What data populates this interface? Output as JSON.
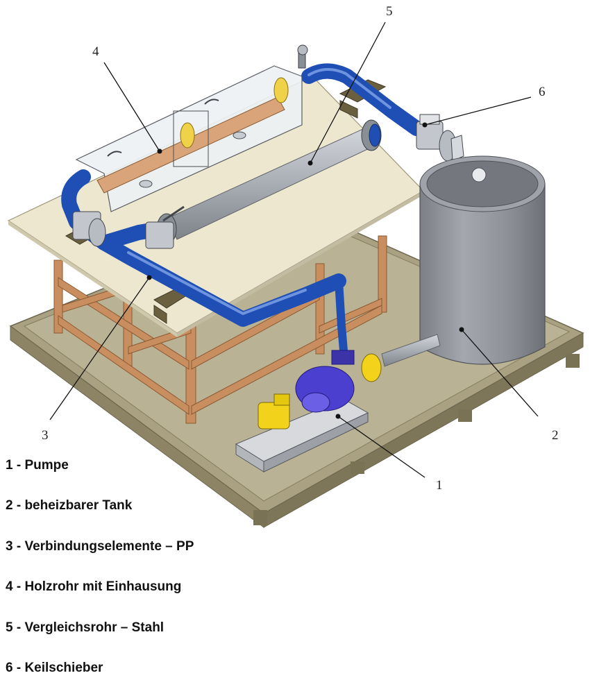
{
  "callouts": [
    {
      "number": "1"
    },
    {
      "number": "2"
    },
    {
      "number": "3"
    },
    {
      "number": "4"
    },
    {
      "number": "5"
    },
    {
      "number": "6"
    }
  ],
  "legend": [
    {
      "text": "1 - Pumpe"
    },
    {
      "text": "2 -  beheizbarer Tank"
    },
    {
      "text": "3 - Verbindungselemente – PP"
    },
    {
      "text": "4 - Holzrohr mit Einhausung"
    },
    {
      "text": "5 - Vergleichsrohr – Stahl"
    },
    {
      "text": "6 - Keilschieber"
    }
  ],
  "colors": {
    "pipe_blue": "#1f4fb4",
    "steel_gray": "#a7abb2",
    "tank_gray": "#8e9198",
    "wood_frame": "#c98e5f",
    "board": "#ece6cf",
    "base": "#a89f7f",
    "pump_blue": "#4b3fd0",
    "motor_yellow": "#f2d21b"
  }
}
